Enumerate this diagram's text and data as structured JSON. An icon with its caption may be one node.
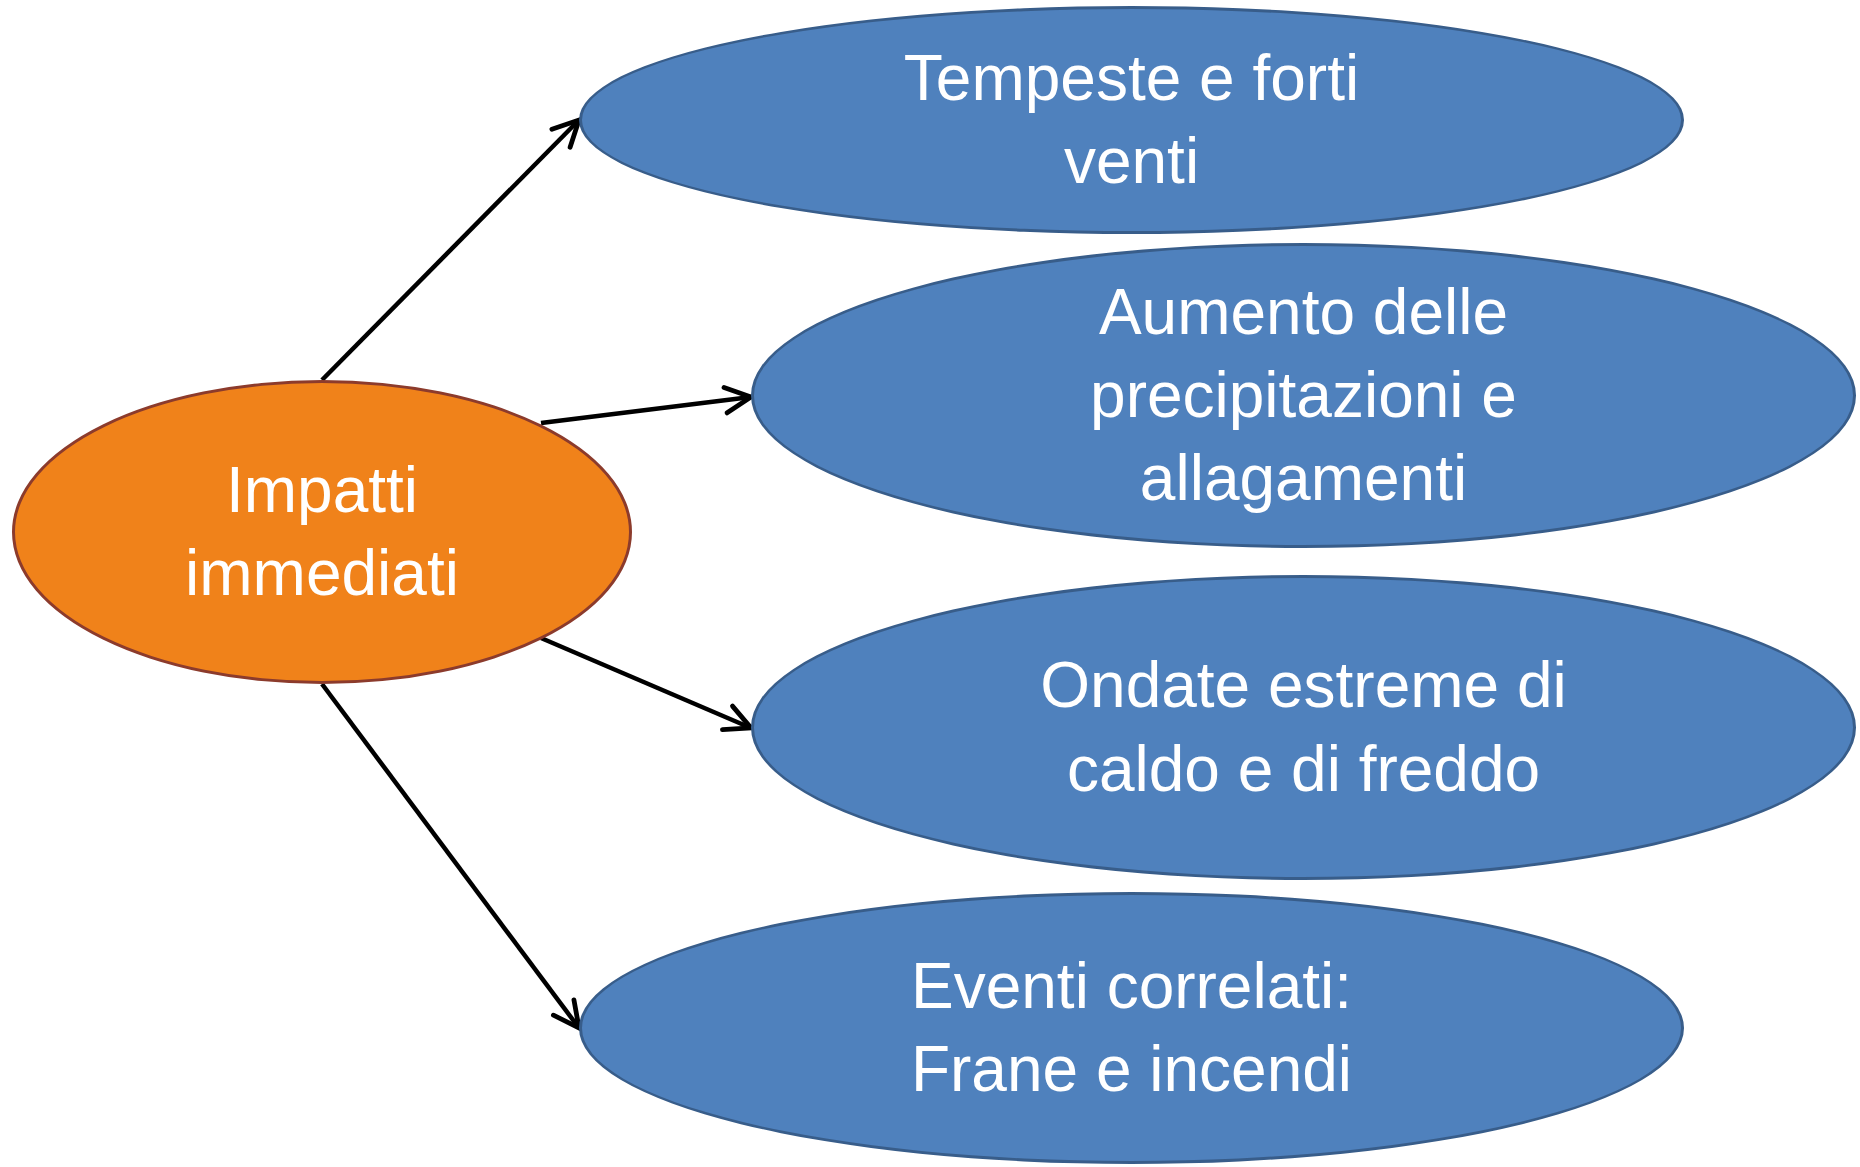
{
  "diagram": {
    "nodes": [
      {
        "text": [
          "Impatti immediati"
        ]
      },
      {
        "text": [
          "Tempeste e forti venti"
        ]
      },
      {
        "text": [
          "Aumento delle precipitazioni e allagamenti"
        ]
      },
      {
        "text": [
          "Ondate estreme di caldo e di freddo"
        ]
      },
      {
        "text": [
          "Eventi correlati: Frane e incendi"
        ]
      }
    ],
    "edges": [
      {
        "from": 0,
        "to": 1,
        "arrow": "to"
      },
      {
        "from": 0,
        "to": 2,
        "arrow": "to"
      },
      {
        "from": 0,
        "to": 3,
        "arrow": "to"
      },
      {
        "from": 0,
        "to": 4,
        "arrow": "to"
      }
    ]
  }
}
